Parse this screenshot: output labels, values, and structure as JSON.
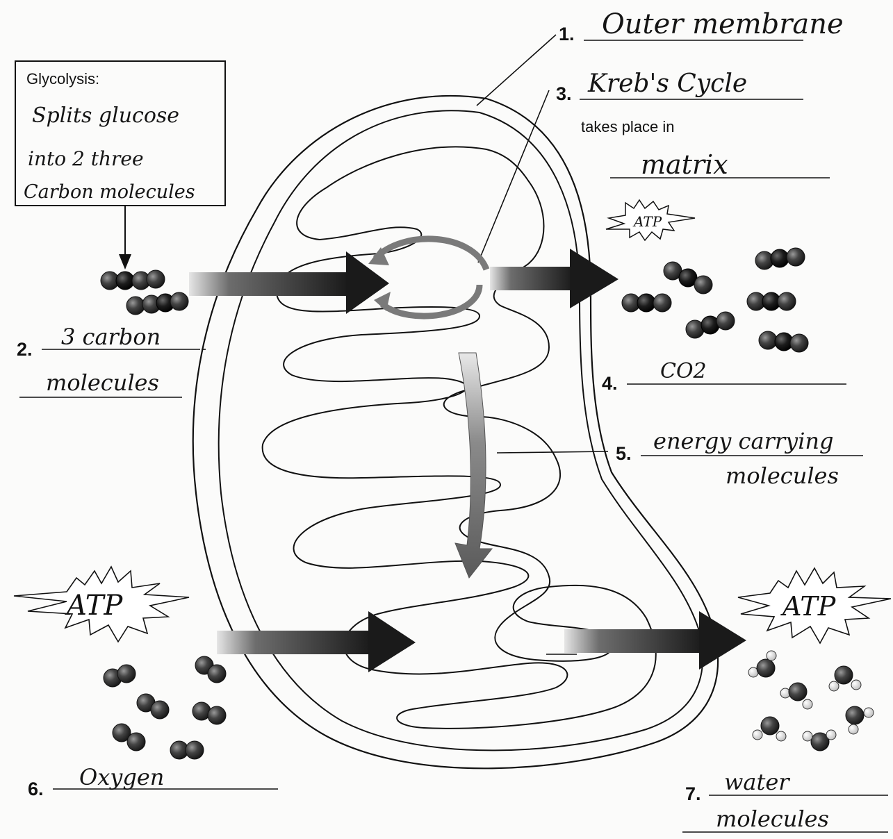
{
  "glycolysis_box": {
    "heading": "Glycolysis:",
    "answer_lines": [
      "Splits glucose",
      "into 2 three",
      "Carbon molecules"
    ]
  },
  "labels": [
    {
      "number": "1.",
      "answer_lines": [
        "Outer membrane"
      ]
    },
    {
      "number": "2.",
      "answer_lines": [
        "3 carbon",
        "molecules"
      ]
    },
    {
      "number": "3.",
      "answer_lines": [
        "Kreb's Cycle"
      ],
      "printed_text": "takes place in",
      "second_answer": "matrix"
    },
    {
      "number": "4.",
      "answer_lines": [
        "CO2"
      ]
    },
    {
      "number": "5.",
      "answer_lines": [
        "energy carrying",
        "molecules"
      ]
    },
    {
      "number": "6.",
      "answer_lines": [
        "Oxygen"
      ]
    },
    {
      "number": "7.",
      "answer_lines": [
        "water",
        "molecules"
      ]
    }
  ],
  "atp_badges": [
    "ATP",
    "ATP",
    "ATP"
  ],
  "colors": {
    "ink": "#111111",
    "molecule_dark": "#3a3a3a",
    "molecule_light": "#e8e8e8",
    "arrow_dark": "#222222",
    "arrow_gray": "#8a8a8a"
  },
  "icons": [
    "three-carbon-molecule-icon",
    "co2-molecule-icon",
    "oxygen-molecule-icon",
    "water-molecule-icon",
    "atp-burst-icon"
  ]
}
